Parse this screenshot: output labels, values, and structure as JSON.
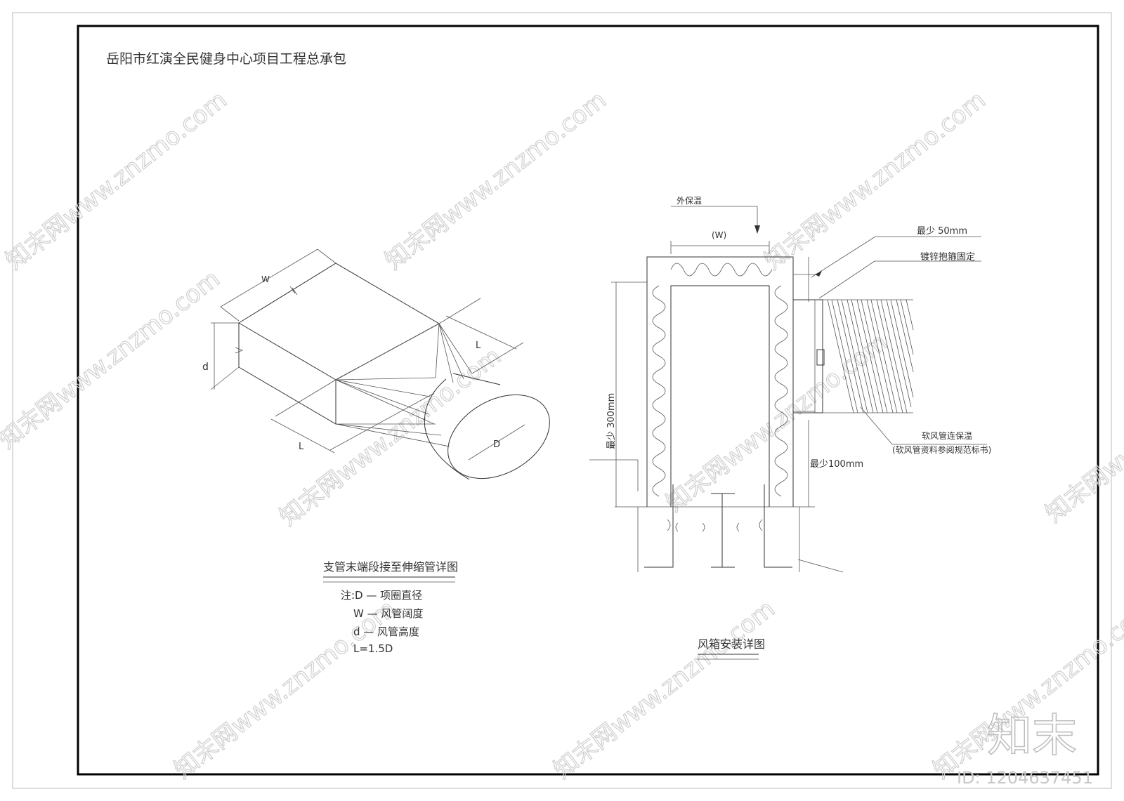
{
  "project_title": "岳阳市红演全民健身中心项目工程总承包",
  "left_detail": {
    "title": "支管末端段接至伸缩管详图",
    "labels": {
      "w": "W",
      "d": "d",
      "l_top": "L",
      "l_bottom": "L",
      "d_circle": "D"
    },
    "notes": [
      "注:D — 项圈直径",
      "W — 风管阔度",
      "d — 风管高度",
      "L=1.5D"
    ]
  },
  "right_detail": {
    "title": "风箱安装详图",
    "labels": {
      "outer_insulation": "外保温",
      "width": "(W)",
      "min_50": "最少 50mm",
      "clamp": "镀锌抱箍固定",
      "min_300": "最少 300mm",
      "flex_duct": "软风管连保温",
      "flex_note": "(软风管资料参阅规范标书)",
      "min_100": "最少100mm"
    }
  },
  "watermark": {
    "site": "知末网www.znzmo.com",
    "brand": "知末",
    "id": "ID: 1204637451"
  }
}
